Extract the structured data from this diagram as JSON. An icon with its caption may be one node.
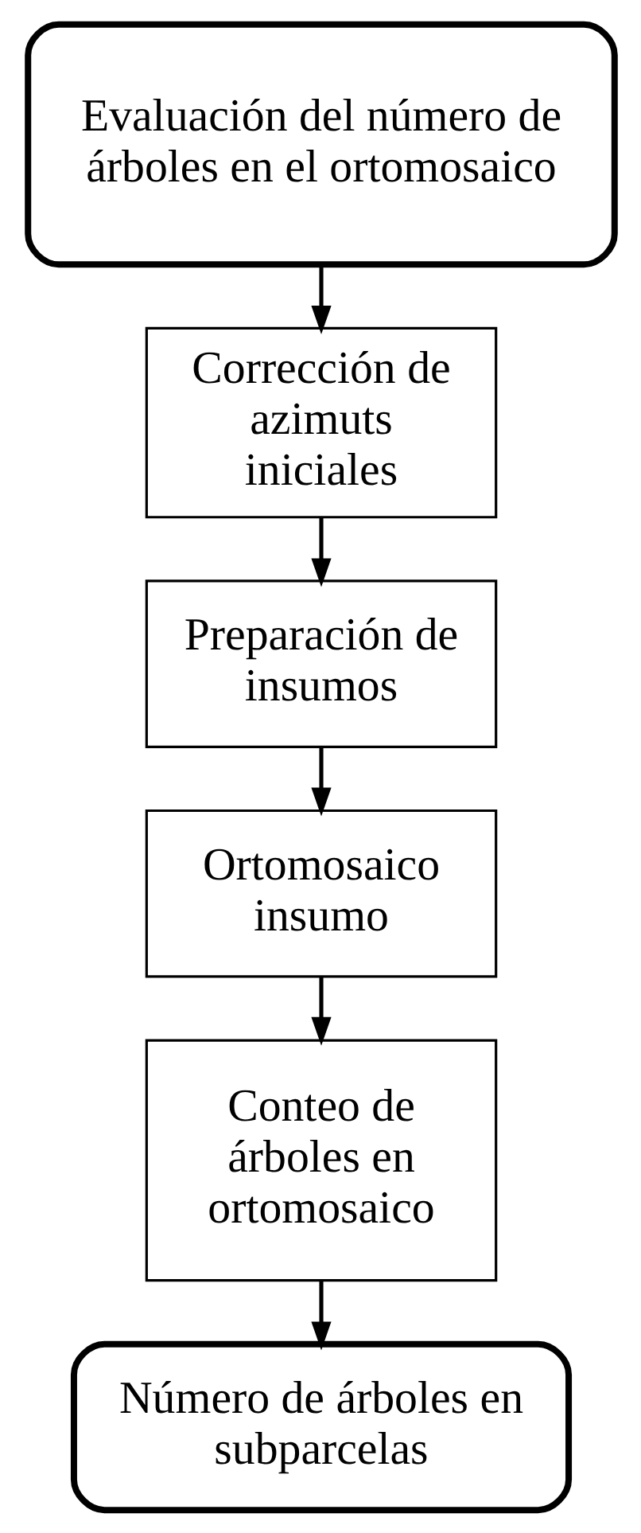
{
  "diagram": {
    "nodes": [
      {
        "text": [
          "Evaluación del número de árboles en el ortomosaico"
        ]
      },
      {
        "text": [
          "Corrección de azimuts iniciales"
        ]
      },
      {
        "text": [
          "Preparación de insumos"
        ]
      },
      {
        "text": [
          "Ortomosaico insumo"
        ]
      },
      {
        "text": [
          "Conteo de árboles en ortomosaico"
        ]
      },
      {
        "text": [
          "Número de árboles en subparcelas"
        ]
      }
    ],
    "edges": [
      {
        "from": 0,
        "to": 1,
        "arrow": "to"
      },
      {
        "from": 1,
        "to": 2,
        "arrow": "to"
      },
      {
        "from": 2,
        "to": 3,
        "arrow": "to"
      },
      {
        "from": 3,
        "to": 4,
        "arrow": "to"
      },
      {
        "from": 4,
        "to": 5,
        "arrow": "to"
      }
    ]
  }
}
